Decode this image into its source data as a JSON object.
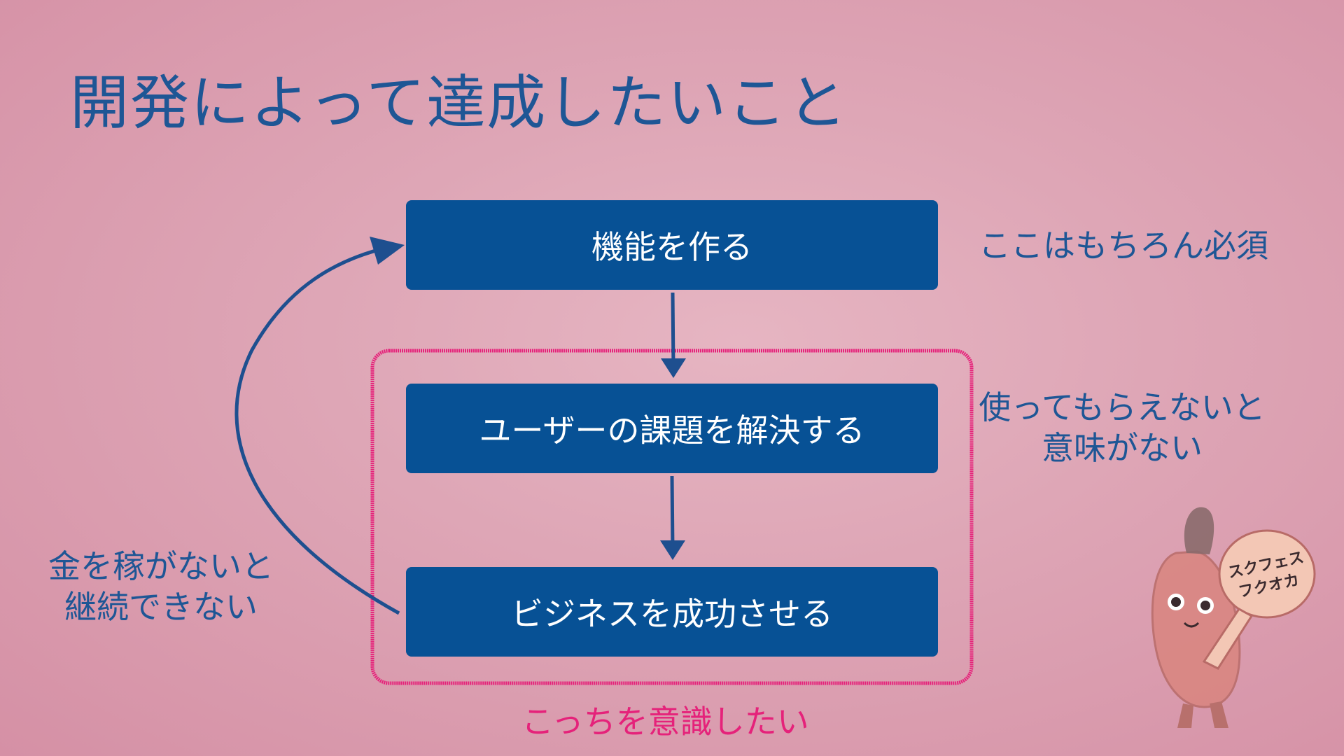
{
  "slide": {
    "title": "開発によって達成したいこと"
  },
  "flow": {
    "steps": [
      {
        "label": "機能を作る"
      },
      {
        "label": "ユーザーの課題を解決する"
      },
      {
        "label": "ビジネスを成功させる"
      }
    ]
  },
  "notes": {
    "required": "ここはもちろん必須",
    "use_line1": "使ってもらえないと",
    "use_line2": "意味がない",
    "money_line1": "金を稼がないと",
    "money_line2": "継続できない",
    "focus": "こっちを意識したい"
  },
  "mascot": {
    "sign_line1": "スクフェス",
    "sign_line2": "フクオカ"
  },
  "colors": {
    "box": "#075195",
    "title": "#1e5695",
    "focus": "#e5227a",
    "background": "#dea6b6"
  }
}
